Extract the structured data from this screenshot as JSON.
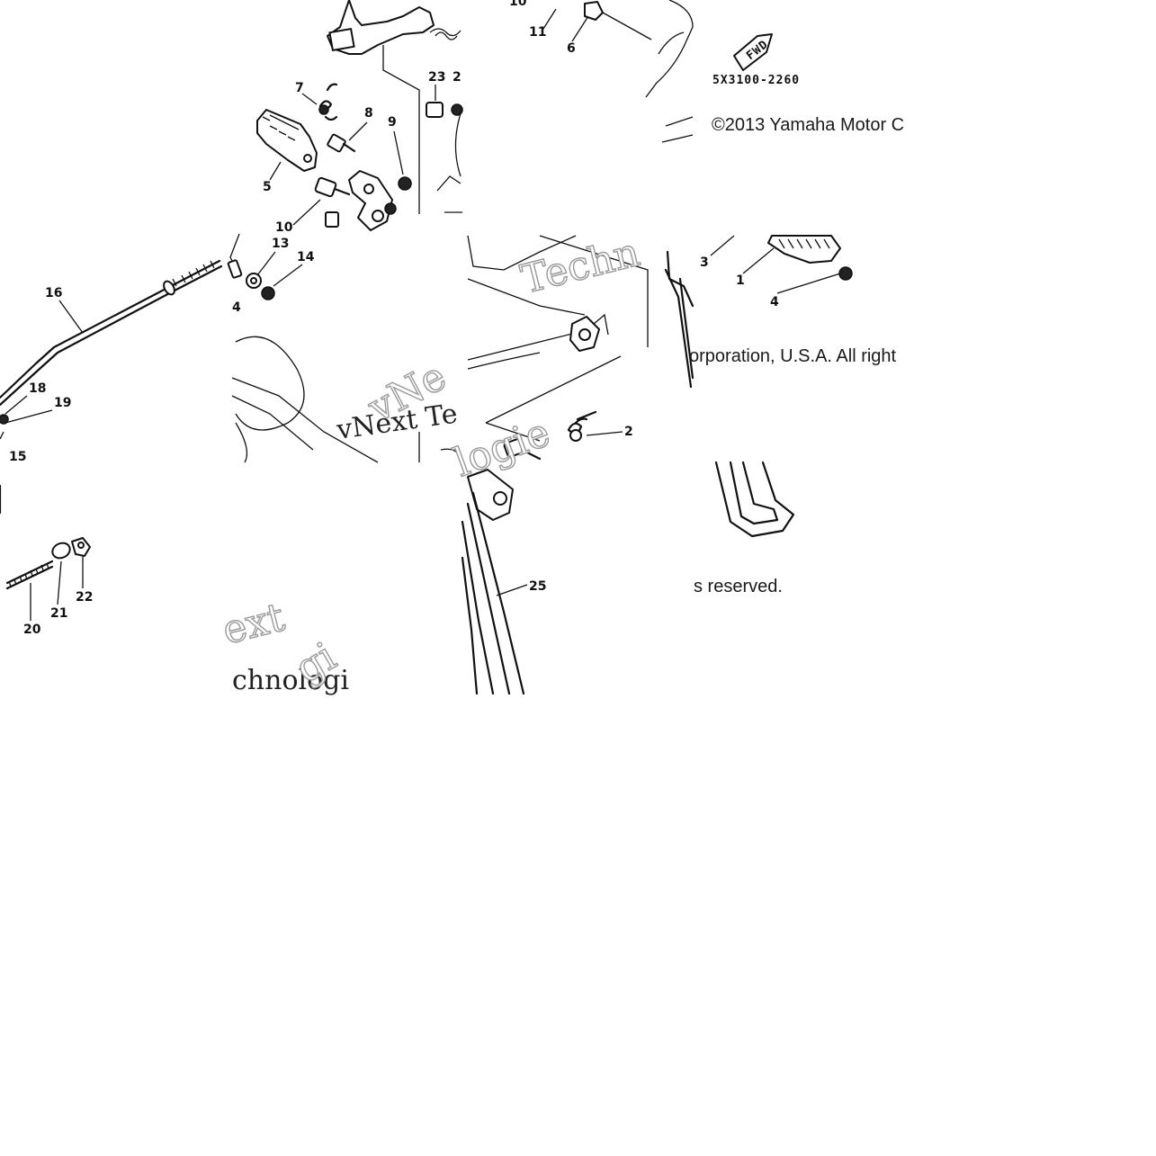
{
  "diagram": {
    "copyright": {
      "line1": "©2013 Yamaha Motor C",
      "line2": "orporation, U.S.A. All right",
      "line3": "s reserved."
    },
    "part_code": "5X3100-2260",
    "fwd_label": "FWD",
    "watermarks": {
      "w1": "vNext",
      "w2": "Technologies",
      "w3": "vNext Te",
      "w4": "ext",
      "w5": "chnologi",
      "w6": "Techn",
      "w7": "vNe",
      "w8": "logie"
    },
    "callouts": [
      "1",
      "2",
      "3",
      "4",
      "5",
      "6",
      "7",
      "8",
      "9",
      "10",
      "11",
      "13",
      "14",
      "15",
      "16",
      "18",
      "19",
      "20",
      "21",
      "22",
      "23",
      "25",
      "4",
      "2"
    ]
  }
}
